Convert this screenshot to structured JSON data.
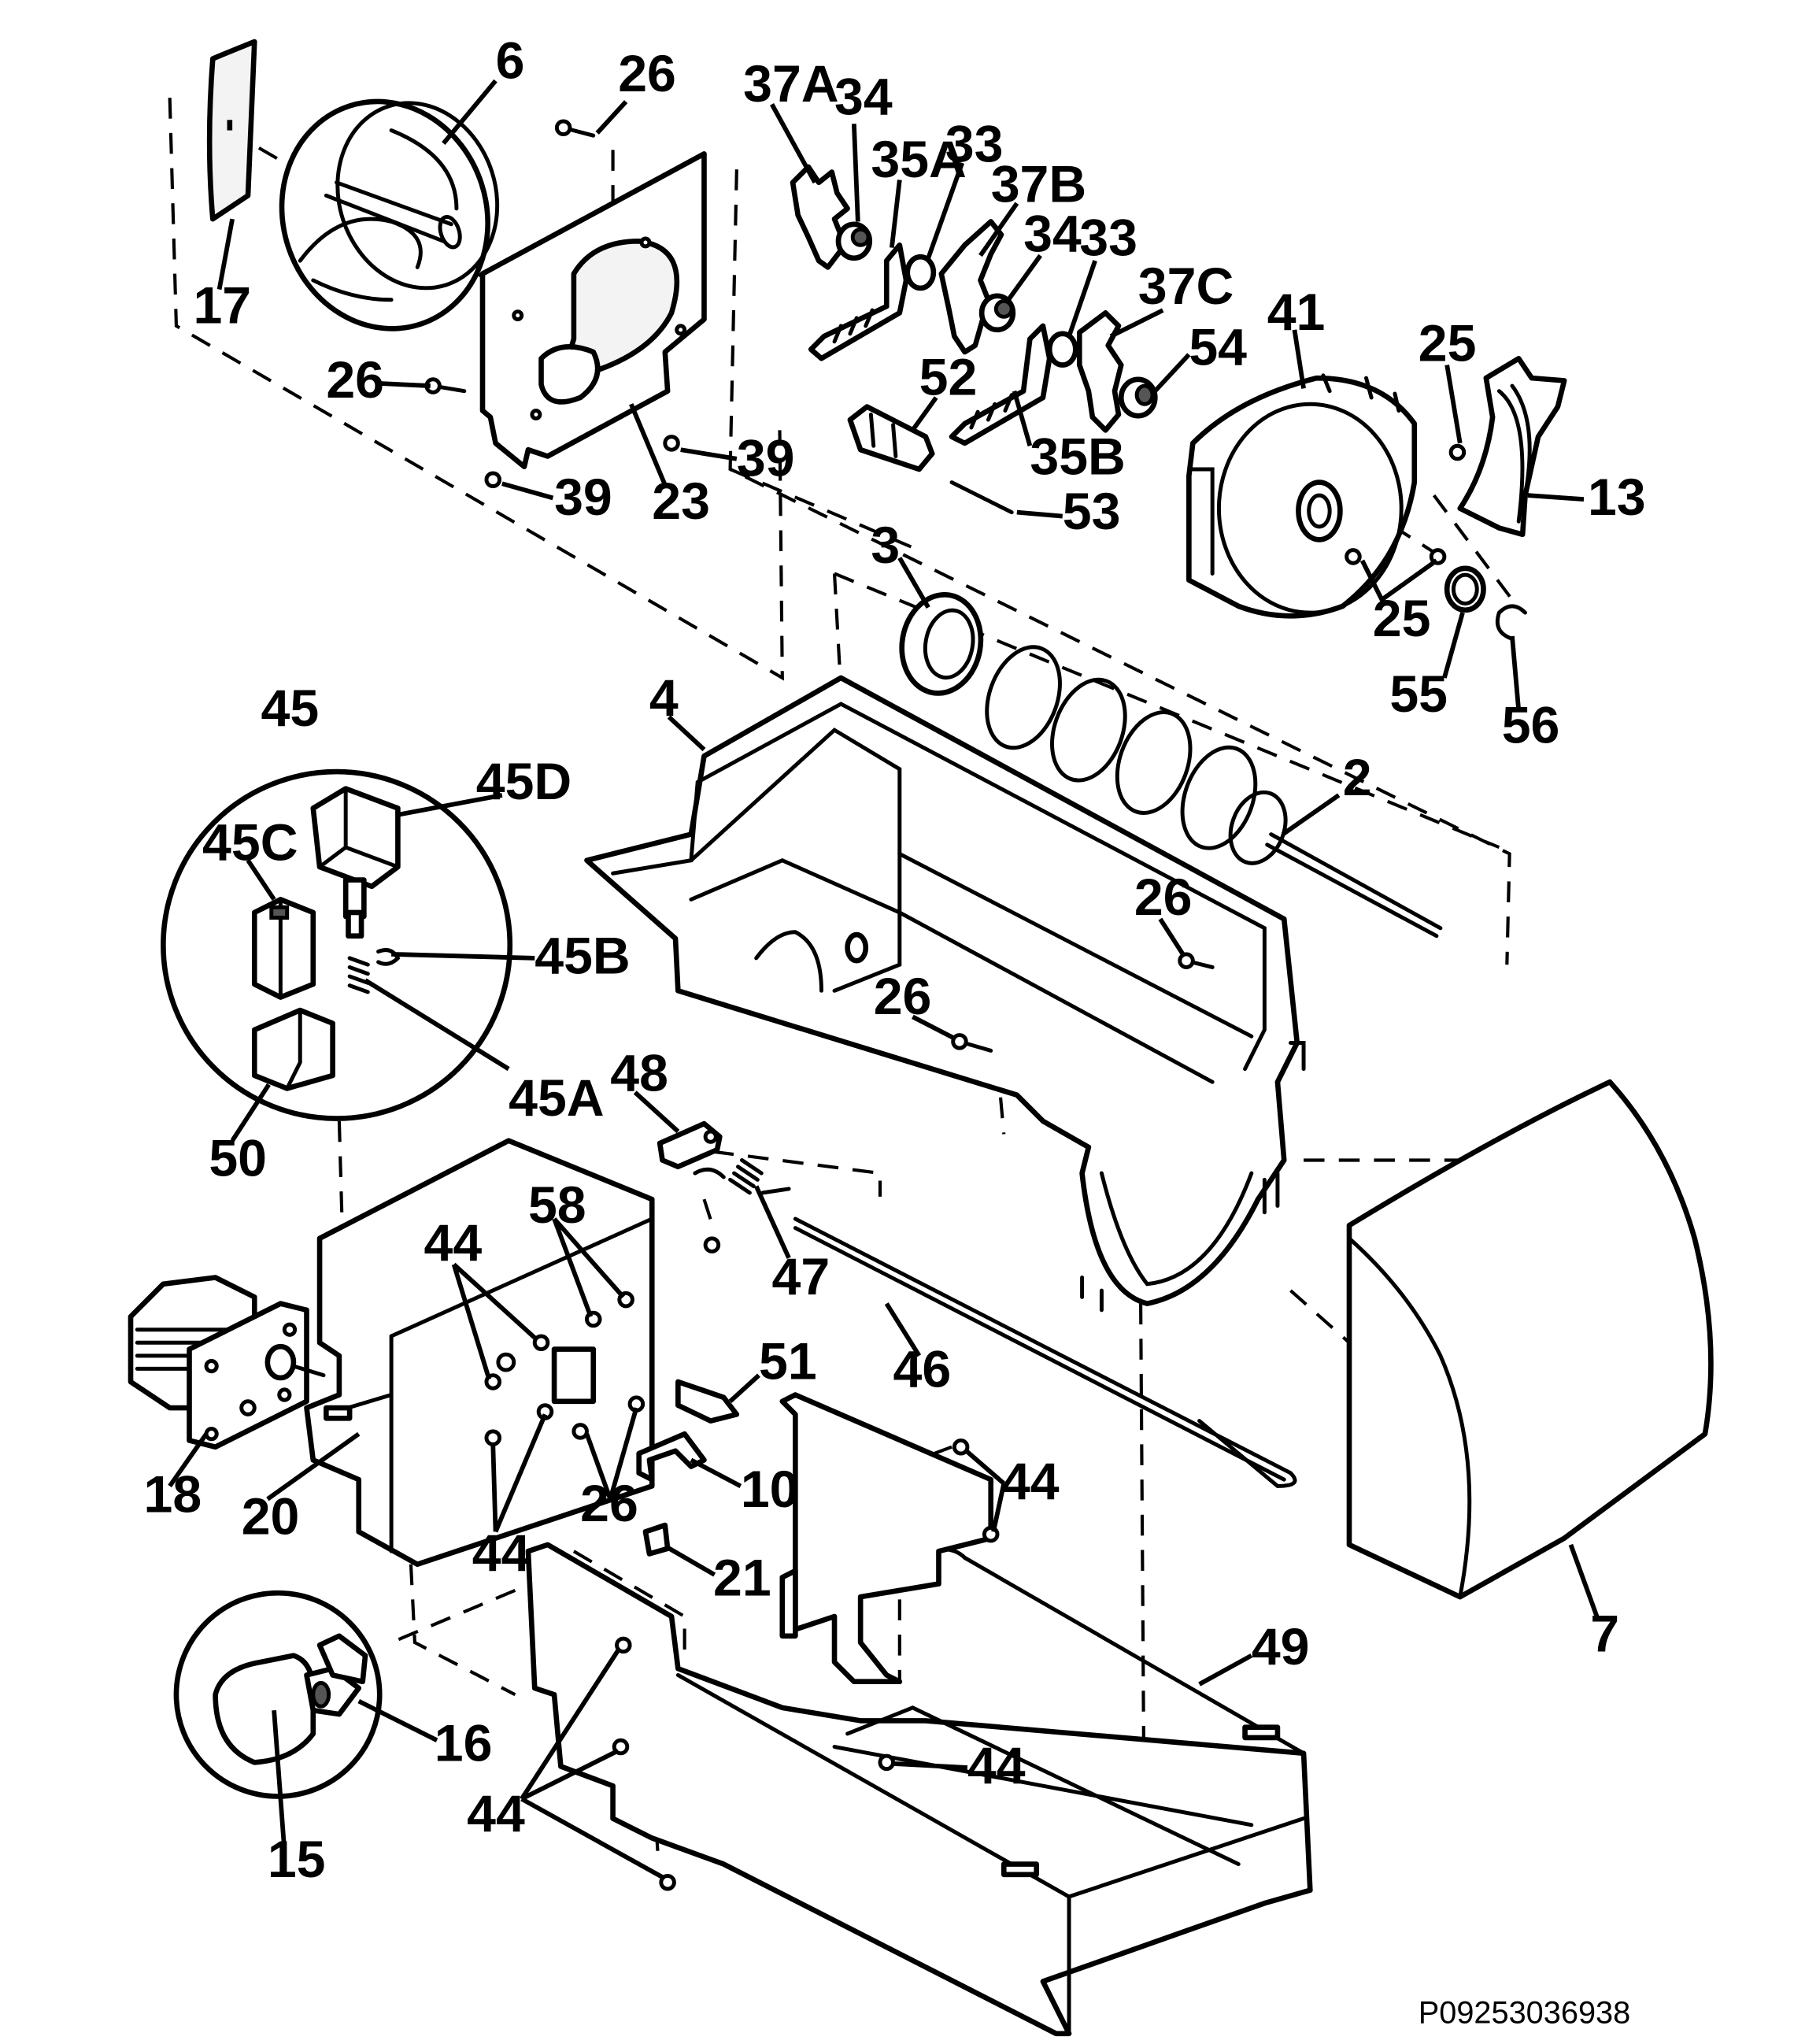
{
  "diagram": {
    "drawing_code": "P09253036938",
    "callouts": {
      "c17": "17",
      "c6": "6",
      "c26a": "26",
      "c26b": "26",
      "c23": "23",
      "c39a": "39",
      "c39b": "39",
      "c37A": "37A",
      "c34a": "34",
      "c35A": "35A",
      "c33a": "33",
      "c37B": "37B",
      "c34b": "34",
      "c33b": "33",
      "c37C": "37C",
      "c54": "54",
      "c41": "41",
      "c25a": "25",
      "c13": "13",
      "c52": "52",
      "c35B": "35B",
      "c53": "53",
      "c25b": "25",
      "c3": "3",
      "c55": "55",
      "c56": "56",
      "c4": "4",
      "c2": "2",
      "c45": "45",
      "c45D": "45D",
      "c45C": "45C",
      "c45B": "45B",
      "c45A": "45A",
      "c50": "50",
      "c26c": "26",
      "c26d": "26",
      "c48": "48",
      "c47": "47",
      "c46": "46",
      "c58": "58",
      "c44a": "44",
      "c51": "51",
      "c10": "10",
      "c18": "18",
      "c20": "20",
      "c26e": "26",
      "c44b": "44",
      "c21": "21",
      "c44c": "44",
      "c7": "7",
      "c49": "49",
      "c16": "16",
      "c15": "15",
      "c44d": "44",
      "c44e": "44"
    }
  }
}
